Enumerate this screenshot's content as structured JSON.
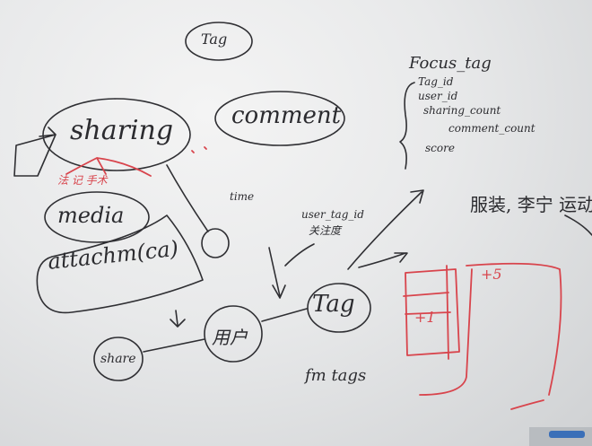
{
  "labels": {
    "tag_top": "Tag",
    "sharing": "sharing",
    "comment": "comment",
    "media": "media",
    "attachment": "attachm(ca)",
    "time": "time",
    "tag_center": "Tag",
    "share": "share",
    "fm_tags": "fm tags",
    "score": "score",
    "focus_tag": "Focus_tag",
    "tag_id": "Tag_id",
    "user_id": "user_id",
    "sharing_count": "sharing_count",
    "comment_count": "comment_count",
    "cn_right": "服装, 李宁 运动",
    "cn_user": "用户",
    "user_tag_id": "user_tag_id",
    "user_tag_sub": "关注度",
    "red_labels": "法 记 手术",
    "plus_5": "+5",
    "plus_1": "+1"
  },
  "colors": {
    "board": "#e8e9ea",
    "ink_dark": "#2f2f33",
    "ink_red": "#d8444c",
    "marker_tray": "#b8bcc0"
  }
}
